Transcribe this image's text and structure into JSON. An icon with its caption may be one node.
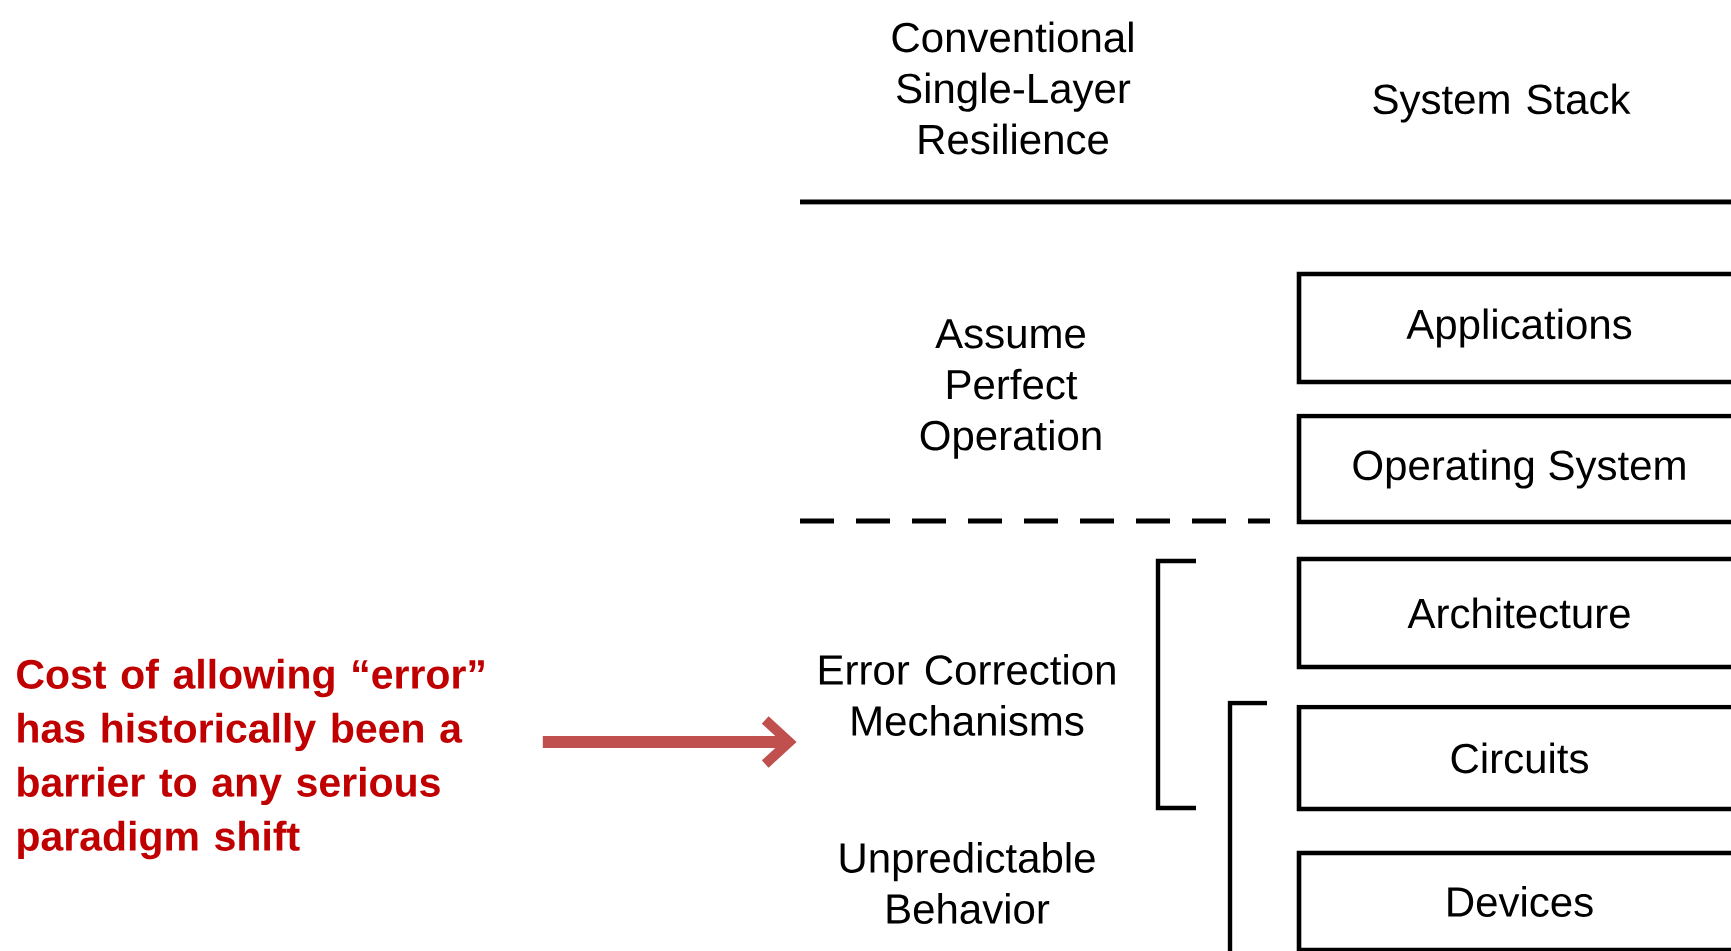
{
  "diagram": {
    "nodes": [
      {
        "text": [
          "Conventional Single-Layer Resilience"
        ]
      },
      {
        "text": [
          "System Stack"
        ]
      },
      {
        "text": [
          "Assume Perfect Operation"
        ]
      },
      {
        "text": [
          "Error Correction Mechanisms"
        ]
      },
      {
        "text": [
          "Unpredictable Behavior"
        ]
      },
      {
        "text": [
          "Cost of allowing “error” has historically been a barrier to any serious paradigm shift"
        ]
      },
      {
        "text": [
          "Applications"
        ]
      },
      {
        "text": [
          "Operating System"
        ]
      },
      {
        "text": [
          "Architecture"
        ]
      },
      {
        "text": [
          "Circuits"
        ]
      },
      {
        "text": [
          "Devices"
        ]
      }
    ],
    "edges": [
      {
        "from": 5,
        "to": 3,
        "arrow": "to",
        "color": "#c0504d"
      }
    ]
  }
}
